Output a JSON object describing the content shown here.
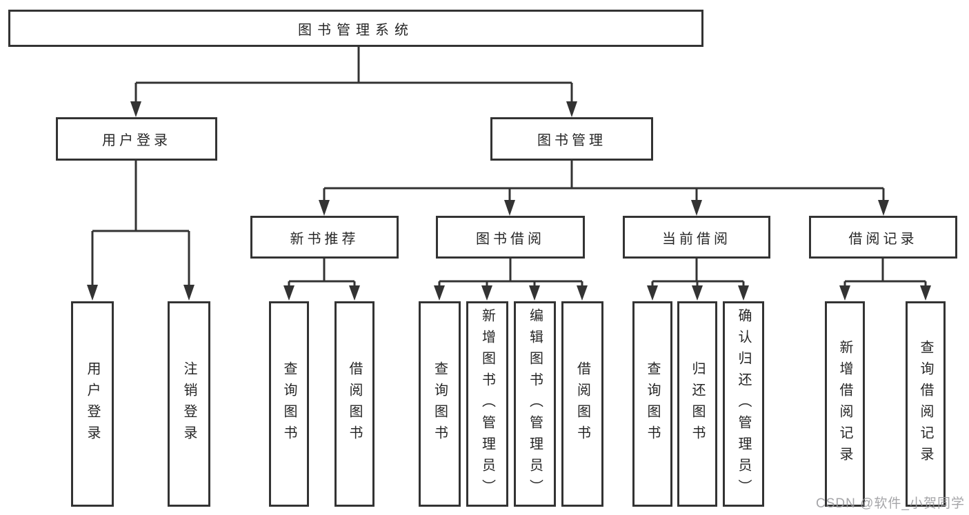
{
  "diagram": {
    "type": "hierarchy-tree",
    "direction": "top-down",
    "colors": {
      "line": "#333333",
      "border": "#333333",
      "text": "#262626",
      "background": "#ffffff",
      "watermark": "#9b9b9e"
    }
  },
  "tree": {
    "root": {
      "label": "图书管理系统"
    },
    "children": [
      {
        "label": "用户登录",
        "children": [
          {
            "label": "用户登录"
          },
          {
            "label": "注销登录"
          }
        ]
      },
      {
        "label": "图书管理",
        "children": [
          {
            "label": "新书推荐",
            "children": [
              {
                "label": "查询图书"
              },
              {
                "label": "借阅图书"
              }
            ]
          },
          {
            "label": "图书借阅",
            "children": [
              {
                "label": "查询图书"
              },
              {
                "label": "新增图书（管理员）"
              },
              {
                "label": "编辑图书（管理员）"
              },
              {
                "label": "借阅图书"
              }
            ]
          },
          {
            "label": "当前借阅",
            "children": [
              {
                "label": "查询图书"
              },
              {
                "label": "归还图书"
              },
              {
                "label": "确认归还（管理员）"
              }
            ]
          },
          {
            "label": "借阅记录",
            "children": [
              {
                "label": "新增借阅记录"
              },
              {
                "label": "查询借阅记录"
              }
            ]
          }
        ]
      }
    ]
  },
  "watermark": "CSDN @软件_小贺同学"
}
